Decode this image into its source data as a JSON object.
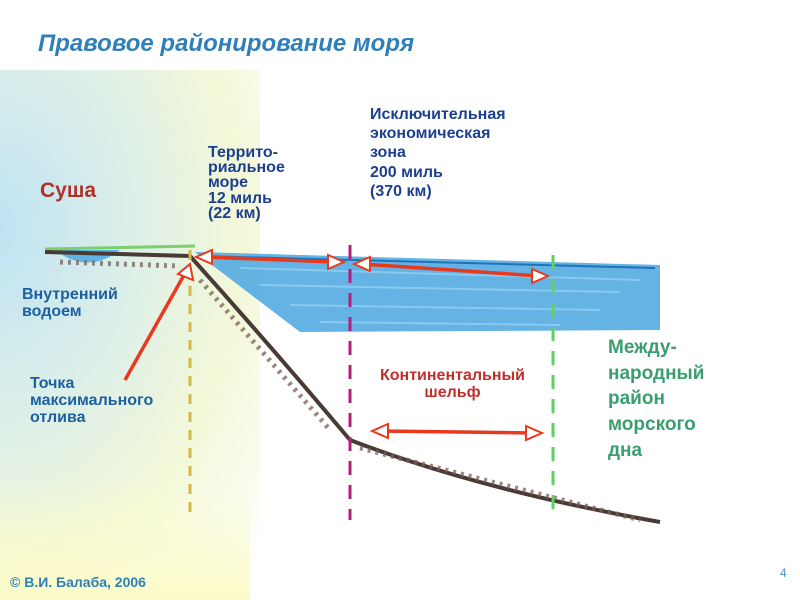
{
  "title": "Правовое районирование моря",
  "labels": {
    "land": "Суша",
    "inland_waters": "Внутренний\nводоем",
    "low_water_point": "Точка\nмаксимального\nотлива",
    "territorial_sea": "Террито-\nриальное\nморе\n12 миль\n(22 км)",
    "eez": "Исключительная\nэкономическая\nзона\n200 миль\n(370 км)",
    "shelf": "Континентальный\nшельф",
    "international_seabed": "Между-\nнародный\nрайон\nморского\nдна"
  },
  "footer": "© В.И. Балаба, 2006",
  "page_number": "4",
  "colors": {
    "title": "#2f7fb8",
    "water": "#4aa6df",
    "arrow": "#e8391e",
    "land_label": "#b0302a",
    "shelf_label": "#c0302a",
    "international_label": "#3a9e6f",
    "boundary_magenta": "#b0207a",
    "boundary_green": "#5fd15f",
    "boundary_yellow": "#d4b84a"
  }
}
